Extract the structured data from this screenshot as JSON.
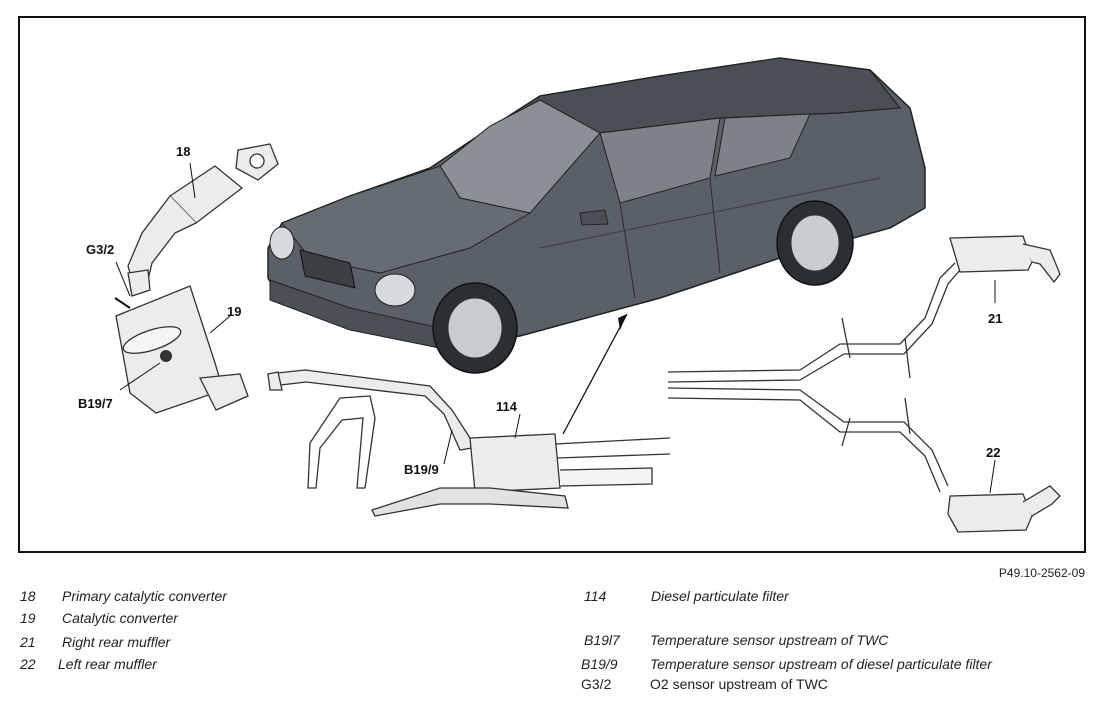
{
  "callouts": {
    "c18": "18",
    "cG32": "G3/2",
    "c19": "19",
    "cB197": "B19/7",
    "c114": "114",
    "cB199": "B19/9",
    "c21": "21",
    "c22": "22"
  },
  "reference": "P49.10-2562-09",
  "legend_left": [
    {
      "code": "18",
      "desc": "Primary catalytic converter"
    },
    {
      "code": "19",
      "desc": "Catalytic converter"
    },
    {
      "code": "21",
      "desc": "Right rear muffler"
    },
    {
      "code": "22",
      "desc": "Left rear muffler"
    }
  ],
  "legend_right": [
    {
      "code": "114",
      "desc": "Diesel particulate filter"
    },
    {
      "code": "B19l7",
      "desc": "Temperature sensor upstream of TWC"
    },
    {
      "code": "B19/9",
      "desc": "Temperature sensor upstream of diesel particulate filter"
    },
    {
      "code": "G3/2",
      "desc": "O2 sensor upstream of TWC"
    }
  ],
  "colors": {
    "car_body": "#555b62",
    "car_dark": "#2f3338",
    "part_fill": "#ececec",
    "line": "#333333"
  }
}
